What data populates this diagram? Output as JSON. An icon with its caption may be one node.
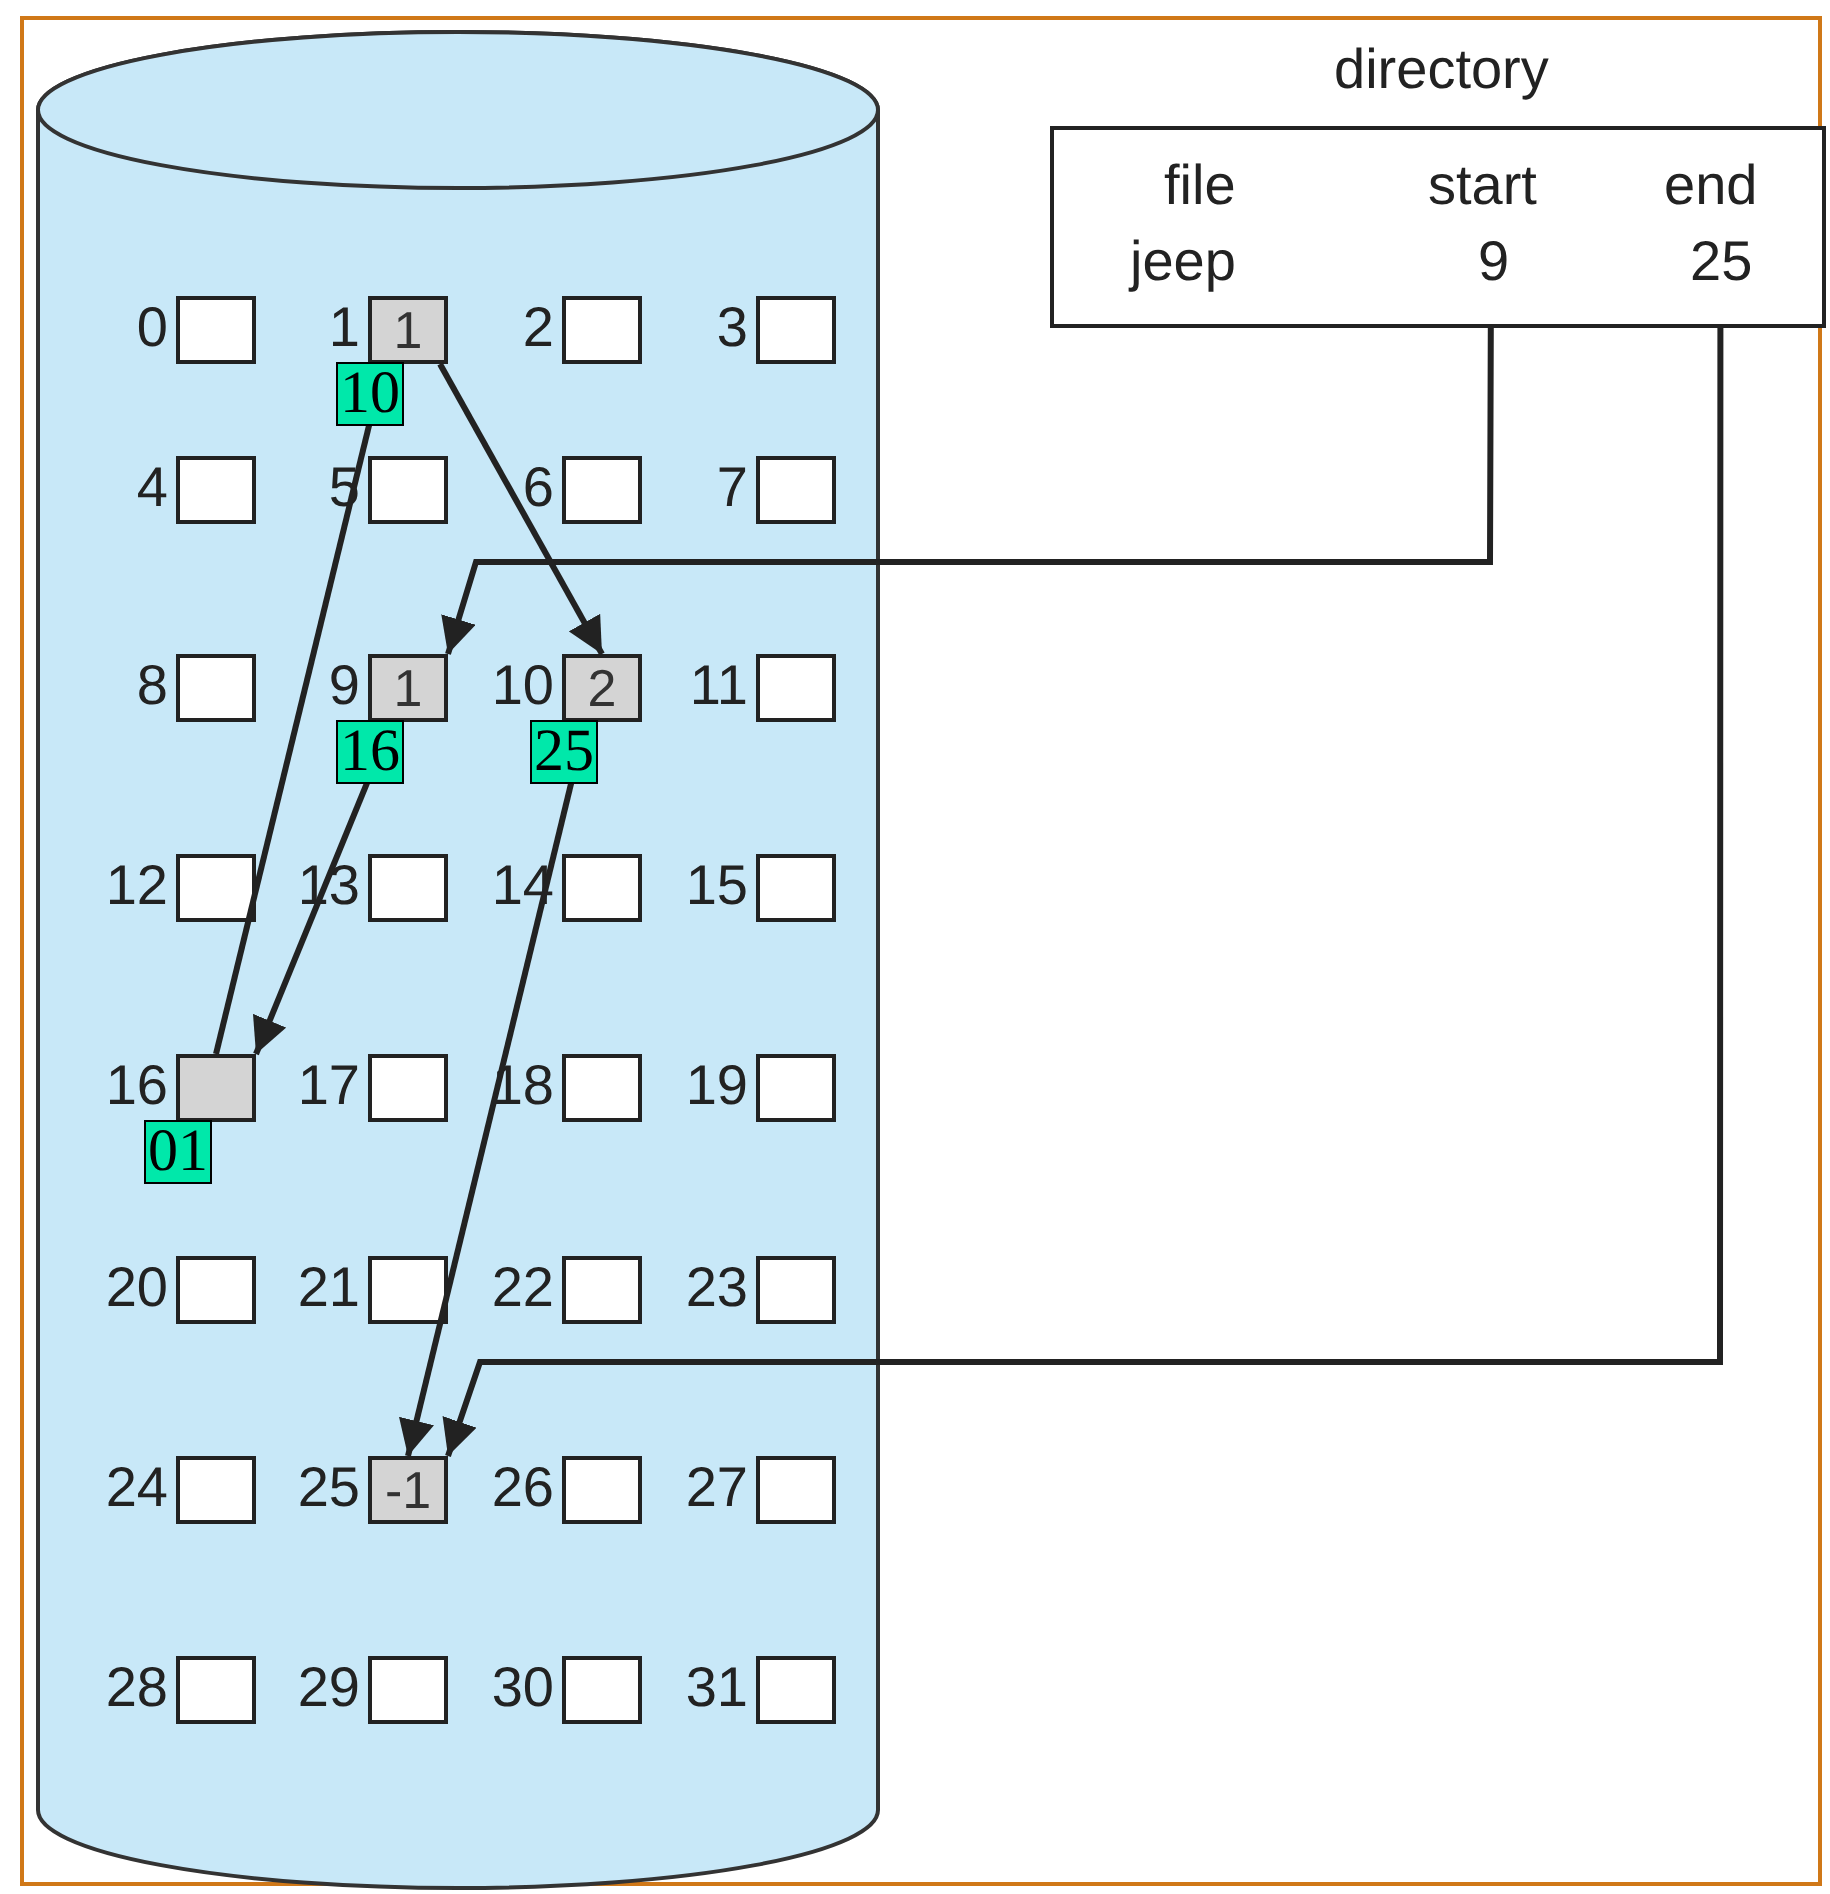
{
  "diagram": {
    "nodes": [
      {
        "text": [],
        "shape": "cylinder"
      },
      {
        "text": [
          "directory",
          "file",
          "start",
          "end",
          "jeep",
          "9",
          "25"
        ]
      },
      {
        "text": [],
        "shape": "box",
        "in": 0,
        "beside": [
          "0"
        ]
      },
      {
        "text": [
          "1"
        ],
        "in": 0,
        "beside": [
          "1",
          "10"
        ]
      },
      {
        "text": [],
        "shape": "box",
        "in": 0,
        "beside": [
          "2"
        ]
      },
      {
        "text": [],
        "shape": "box",
        "in": 0,
        "beside": [
          "3"
        ]
      },
      {
        "text": [],
        "shape": "box",
        "in": 0,
        "beside": [
          "4"
        ]
      },
      {
        "text": [],
        "shape": "box",
        "in": 0,
        "beside": [
          "5"
        ]
      },
      {
        "text": [],
        "shape": "box",
        "in": 0,
        "beside": [
          "6"
        ]
      },
      {
        "text": [],
        "shape": "box",
        "in": 0,
        "beside": [
          "7"
        ]
      },
      {
        "text": [],
        "shape": "box",
        "in": 0,
        "beside": [
          "8"
        ]
      },
      {
        "text": [
          "1"
        ],
        "in": 0,
        "beside": [
          "9",
          "16"
        ]
      },
      {
        "text": [
          "2"
        ],
        "in": 0,
        "beside": [
          "10",
          "25"
        ]
      },
      {
        "text": [],
        "shape": "box",
        "in": 0,
        "beside": [
          "11"
        ]
      },
      {
        "text": [],
        "shape": "box",
        "in": 0,
        "beside": [
          "12"
        ]
      },
      {
        "text": [],
        "shape": "box",
        "in": 0,
        "beside": [
          "13"
        ]
      },
      {
        "text": [],
        "shape": "box",
        "in": 0,
        "beside": [
          "14"
        ]
      },
      {
        "text": [],
        "shape": "box",
        "in": 0,
        "beside": [
          "15"
        ]
      },
      {
        "text": [],
        "shape": "box",
        "in": 0,
        "beside": [
          "16",
          "01"
        ]
      },
      {
        "text": [],
        "shape": "box",
        "in": 0,
        "beside": [
          "17"
        ]
      },
      {
        "text": [],
        "shape": "box",
        "in": 0,
        "beside": [
          "18"
        ]
      },
      {
        "text": [],
        "shape": "box",
        "in": 0,
        "beside": [
          "19"
        ]
      },
      {
        "text": [],
        "shape": "box",
        "in": 0,
        "beside": [
          "20"
        ]
      },
      {
        "text": [],
        "shape": "box",
        "in": 0,
        "beside": [
          "21"
        ]
      },
      {
        "text": [],
        "shape": "box",
        "in": 0,
        "beside": [
          "22"
        ]
      },
      {
        "text": [],
        "shape": "box",
        "in": 0,
        "beside": [
          "23"
        ]
      },
      {
        "text": [],
        "shape": "box",
        "in": 0,
        "beside": [
          "24"
        ]
      },
      {
        "text": [
          "-1"
        ],
        "in": 0,
        "beside": [
          "25"
        ]
      },
      {
        "text": [],
        "shape": "box",
        "in": 0,
        "beside": [
          "26"
        ]
      },
      {
        "text": [],
        "shape": "box",
        "in": 0,
        "beside": [
          "27"
        ]
      },
      {
        "text": [],
        "shape": "box",
        "in": 0,
        "beside": [
          "28"
        ]
      },
      {
        "text": [],
        "shape": "box",
        "in": 0,
        "beside": [
          "29"
        ]
      },
      {
        "text": [],
        "shape": "box",
        "in": 0,
        "beside": [
          "30"
        ]
      },
      {
        "text": [],
        "shape": "box",
        "in": 0,
        "beside": [
          "31"
        ]
      }
    ],
    "edges": [
      {
        "from": 1,
        "to": 11,
        "arrow": "to"
      },
      {
        "from": 1,
        "to": 27,
        "arrow": "to"
      },
      {
        "from": 11,
        "to": 18,
        "arrow": "to"
      },
      {
        "from": 18,
        "to": 3,
        "arrow": "none"
      },
      {
        "from": 3,
        "to": 12,
        "arrow": "to"
      },
      {
        "from": 12,
        "to": 27,
        "arrow": "to"
      }
    ]
  }
}
